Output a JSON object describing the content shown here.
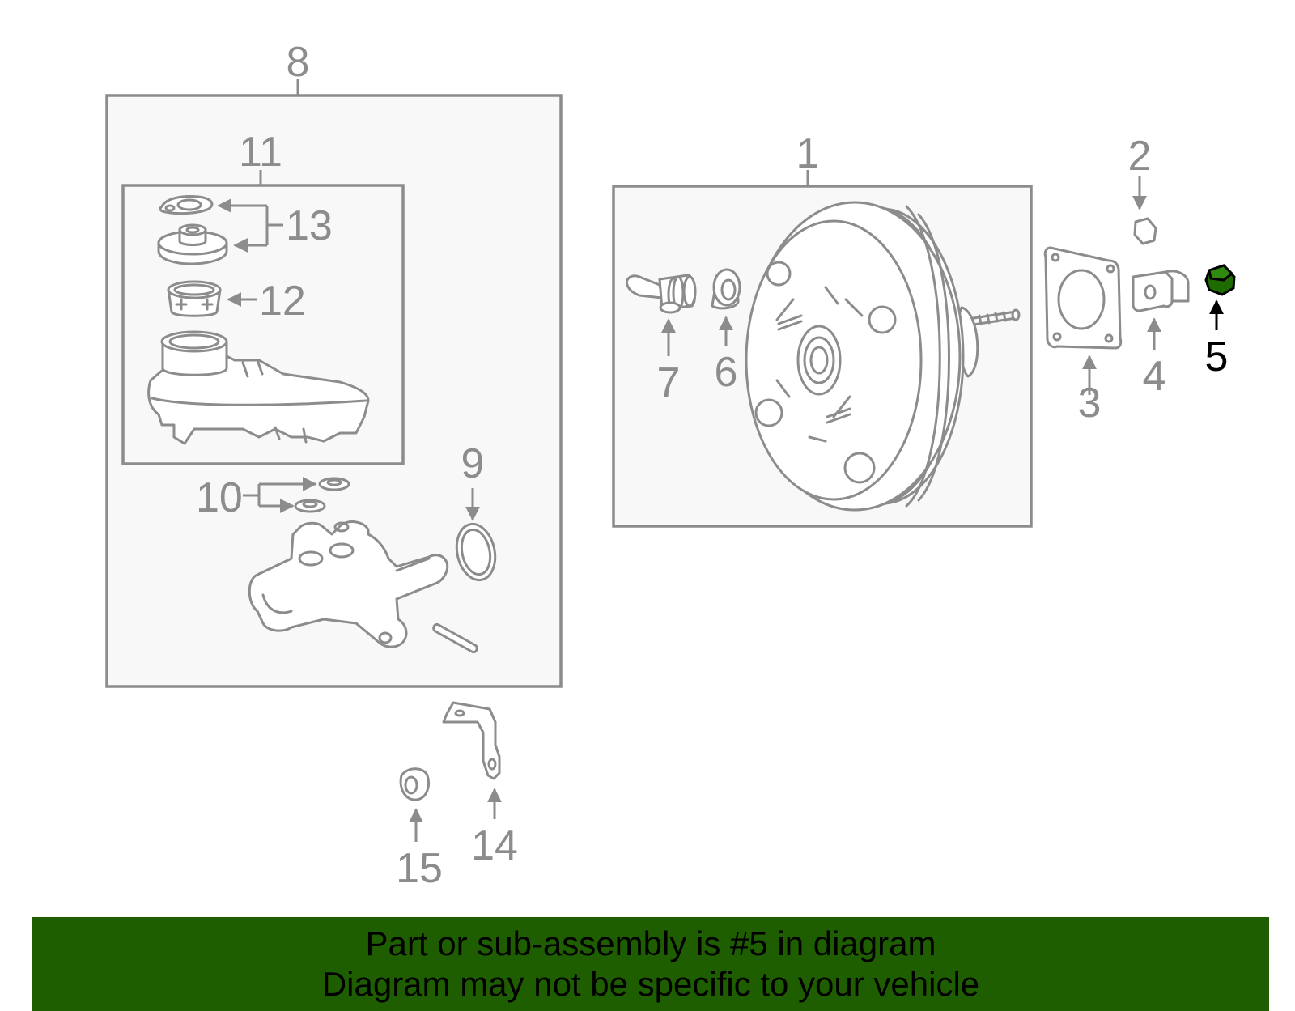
{
  "diagram": {
    "callouts": {
      "c1": "1",
      "c2": "2",
      "c3": "3",
      "c4": "4",
      "c5": "5",
      "c6": "6",
      "c7": "7",
      "c8": "8",
      "c9": "9",
      "c10": "10",
      "c11": "11",
      "c12": "12",
      "c13": "13",
      "c14": "14",
      "c15": "15"
    },
    "highlight_part": "5",
    "colors": {
      "line": "#8c8c8c",
      "box_fill": "#f8f8f8",
      "highlight_fill": "#1e6b00",
      "banner_bg": "#1e5e00"
    }
  },
  "banner": {
    "line1": "Part or sub-assembly is #5 in diagram",
    "line2": "Diagram may not be specific to your vehicle"
  }
}
